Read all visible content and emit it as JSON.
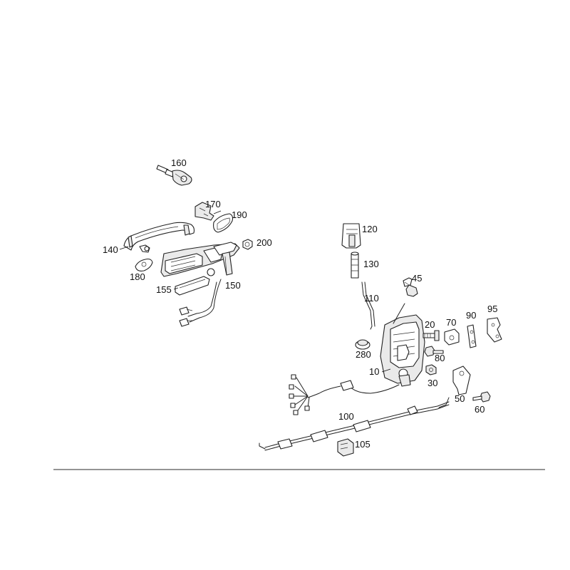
{
  "diagram": {
    "callouts": {
      "p160": "160",
      "p170": "170",
      "p190": "190",
      "p140": "140",
      "p200": "200",
      "p180": "180",
      "p155": "155",
      "p150": "150",
      "p120": "120",
      "p130": "130",
      "p45": "45",
      "p110": "110",
      "p20": "20",
      "p70": "70",
      "p90": "90",
      "p95": "95",
      "p280": "280",
      "p80": "80",
      "p10": "10",
      "p30": "30",
      "p50": "50",
      "p60": "60",
      "p100": "100",
      "p105": "105"
    }
  },
  "colors": {
    "line": "#222222",
    "fill": "#ffffff",
    "shade": "#eaeaea",
    "divider": "#555555"
  }
}
